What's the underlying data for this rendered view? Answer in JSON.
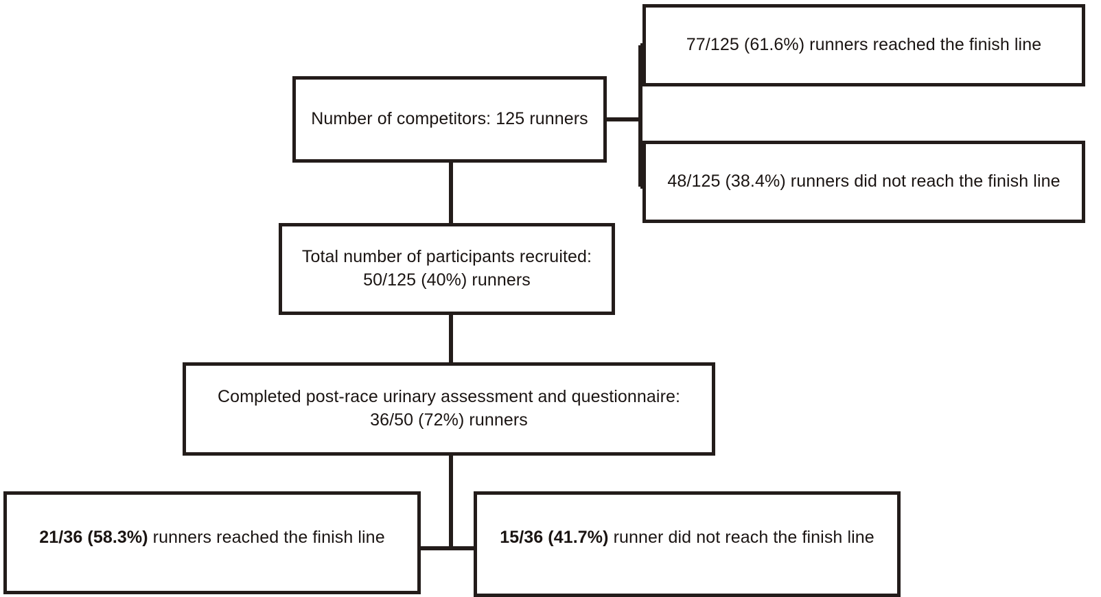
{
  "diagram": {
    "type": "flowchart",
    "title": "Runner recruitment and completion flow",
    "line_color": "#231c1a",
    "box_fill": "#ffffff",
    "nodes": {
      "competitors": {
        "label": "Number of competitors: 125 runners",
        "value": 125
      },
      "reached_top": {
        "label": "77/125 (61.6%) runners reached the finish line",
        "numerator": 77,
        "denominator": 125,
        "percent": 61.6
      },
      "not_reached_top": {
        "label": "48/125 (38.4%) runners did not reach the finish line",
        "numerator": 48,
        "denominator": 125,
        "percent": 38.4
      },
      "recruited": {
        "label": "Total number of participants recruited:\n50/125 (40%) runners",
        "line1": "Total number of participants recruited:",
        "line2": "50/125 (40%) runners",
        "numerator": 50,
        "denominator": 125,
        "percent": 40
      },
      "assessment": {
        "label": "Completed post-race urinary assessment and questionnaire:\n36/50 (72%) runners",
        "line1": "Completed post-race urinary assessment and questionnaire:",
        "line2": "36/50 (72%) runners",
        "numerator": 36,
        "denominator": 50,
        "percent": 72
      },
      "reached_bottom": {
        "stat": "21/36 (58.3%)",
        "rest": " runners reached the finish line",
        "numerator": 21,
        "denominator": 36,
        "percent": 58.3
      },
      "not_reached_bottom": {
        "stat": "15/36 (41.7%)",
        "rest": " runner did not reach the finish line",
        "numerator": 15,
        "denominator": 36,
        "percent": 41.7
      }
    }
  }
}
